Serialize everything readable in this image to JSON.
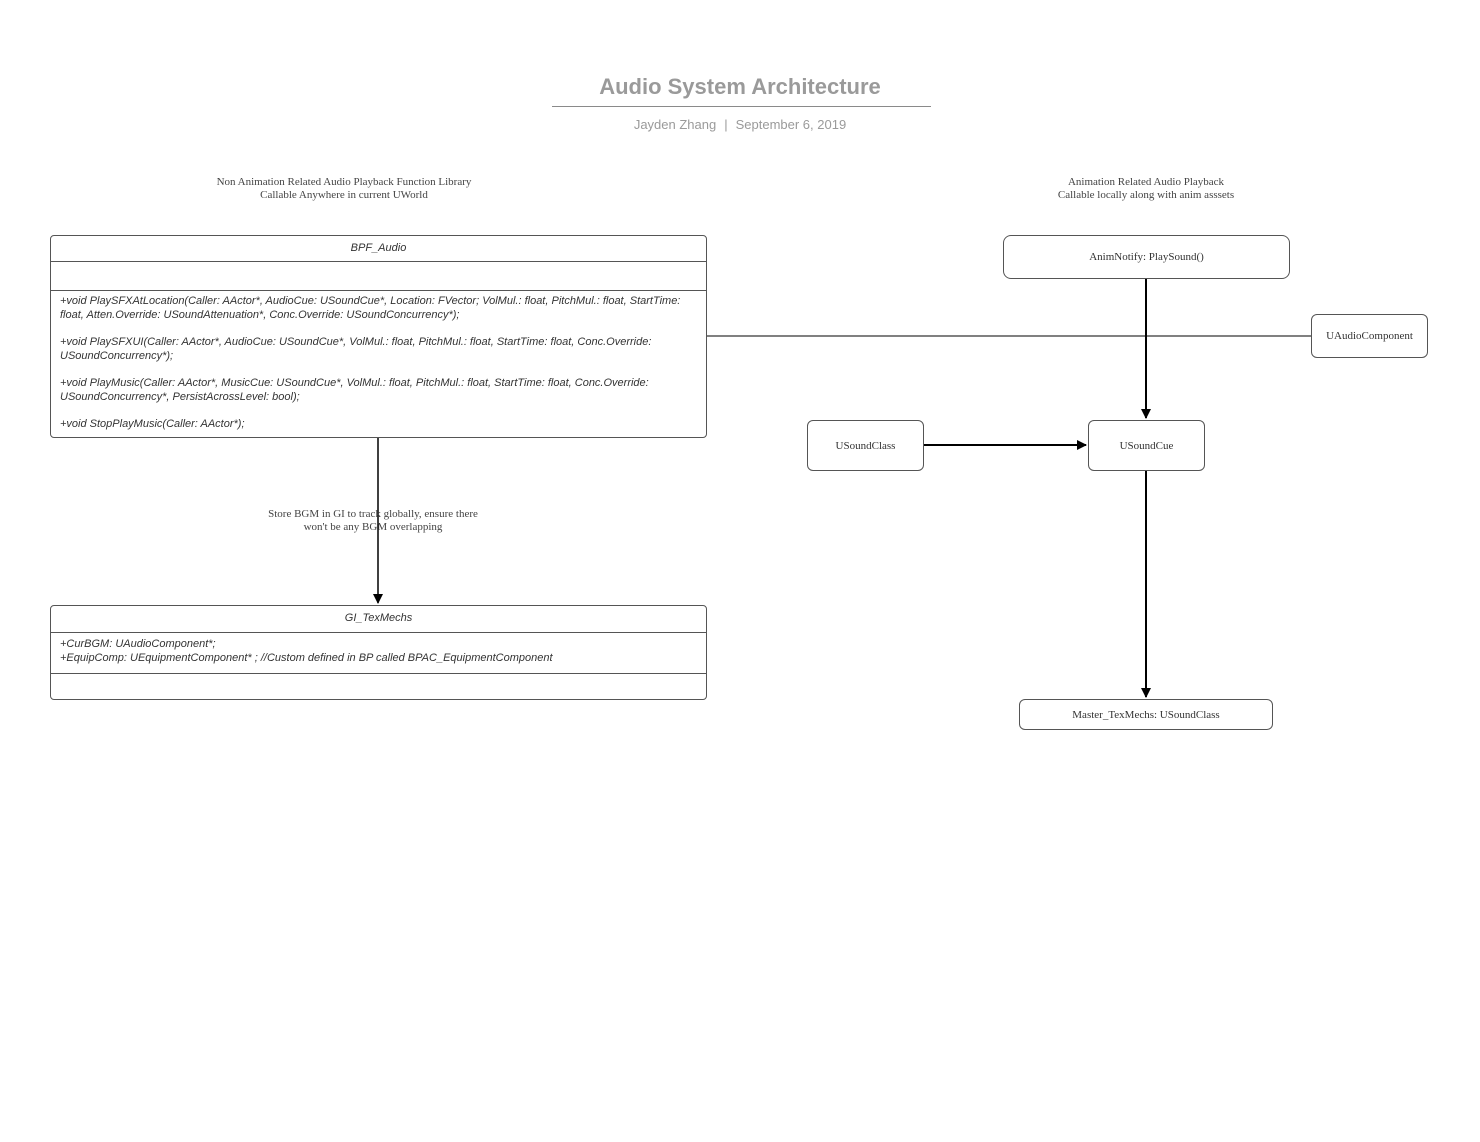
{
  "header": {
    "title": "Audio System Architecture",
    "author": "Jayden Zhang",
    "separator": "|",
    "date": "September 6, 2019"
  },
  "notes": {
    "left_lines": [
      "Non Animation Related Audio Playback Function Library",
      "Callable Anywhere in current UWorld"
    ],
    "right_lines": [
      "Animation Related Audio Playback",
      "Callable  locally along with anim asssets"
    ],
    "edge_lines": [
      "Store BGM in GI to track globally, ensure there",
      "won't be any BGM overlapping"
    ]
  },
  "bpf_audio": {
    "name": "BPF_Audio",
    "attributes": [],
    "methods": [
      [
        "+void PlaySFXAtLocation(Caller: AActor*, AudioCue: USoundCue*, Location: FVector; VolMul.: float, PitchMul.: float, StartTime:",
        "float, Atten.Override: USoundAttenuation*, Conc.Override: USoundConcurrency*);"
      ],
      [
        "+void PlaySFXUI(Caller: AActor*, AudioCue: USoundCue*, VolMul.: float, PitchMul.: float, StartTime: float, Conc.Override:",
        "USoundConcurrency*);"
      ],
      [
        "+void PlayMusic(Caller: AActor*, MusicCue: USoundCue*, VolMul.: float, PitchMul.: float, StartTime: float, Conc.Override:",
        "USoundConcurrency*, PersistAcrossLevel: bool);"
      ],
      [
        "+void StopPlayMusic(Caller: AActor*);"
      ]
    ]
  },
  "gi_texmechs": {
    "name": "GI_TexMechs",
    "attributes": [
      "+CurBGM: UAudioComponent*;",
      "+EquipComp: UEquipmentComponent* ; //Custom defined in BP called BPAC_EquipmentComponent"
    ],
    "methods": []
  },
  "nodes": {
    "anim_notify": "AnimNotify: PlaySound()",
    "uaudio_component": "UAudioComponent",
    "usound_class": "USoundClass",
    "usound_cue": "USoundCue",
    "master_sound_class": "Master_TexMechs: USoundClass"
  },
  "colors": {
    "title": "#9a9a9a",
    "border": "#555555",
    "connector": "#000000"
  }
}
